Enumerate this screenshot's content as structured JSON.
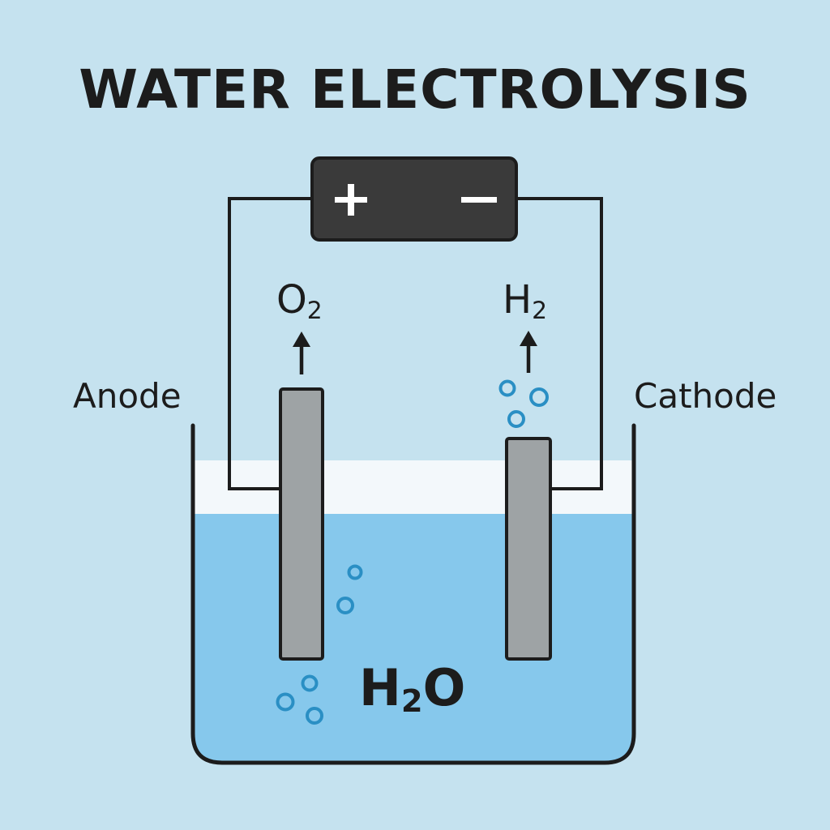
{
  "title": "WATER ELECTROLYSIS",
  "battery": {
    "positive_symbol": "+",
    "negative_symbol": "−"
  },
  "anode": {
    "label": "Anode",
    "gas": {
      "base": "O",
      "subscript": "2"
    }
  },
  "cathode": {
    "label": "Cathode",
    "gas": {
      "base": "H",
      "subscript": "2"
    }
  },
  "water": {
    "base": "H",
    "subscript": "2",
    "tail": "O"
  },
  "colors": {
    "background": "#c5e2ef",
    "water": "#86c8ec",
    "air_gap": "#f3f8fb",
    "electrode": "#9ea3a5",
    "battery": "#3a3a3a",
    "outline": "#1c1c1c",
    "bubble": "#2a8fc4"
  }
}
